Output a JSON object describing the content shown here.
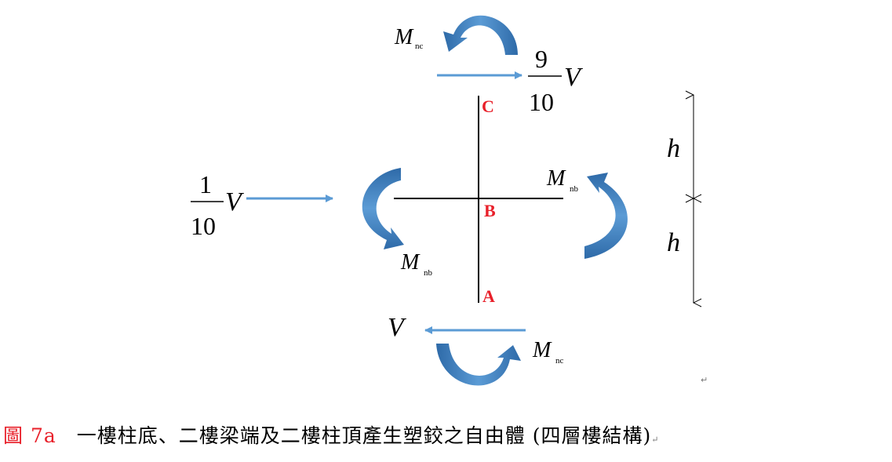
{
  "diagram": {
    "points": {
      "a": "A",
      "b": "B",
      "c": "C"
    },
    "moment_top": {
      "symbol": "M",
      "sub": "nc"
    },
    "moment_bottom": {
      "symbol": "M",
      "sub": "nc"
    },
    "moment_left": {
      "symbol": "M",
      "sub": "nb"
    },
    "moment_right": {
      "symbol": "M",
      "sub": "nb"
    },
    "shear_top": {
      "num": "9",
      "den": "10",
      "var": "V"
    },
    "shear_mid": {
      "num": "1",
      "den": "10",
      "var": "V"
    },
    "shear_bottom": {
      "var": "V"
    },
    "heights": {
      "upper": "h",
      "lower": "h"
    }
  },
  "colors": {
    "arrow": "#5b9bd5",
    "arrow_dark": "#2e6aa8",
    "point_label": "#e8202a"
  },
  "caption": {
    "label": "圖 7a",
    "text": "一樓柱底、二樓梁端及二樓柱頂產生塑鉸之自由體 (四層樓結構)"
  }
}
